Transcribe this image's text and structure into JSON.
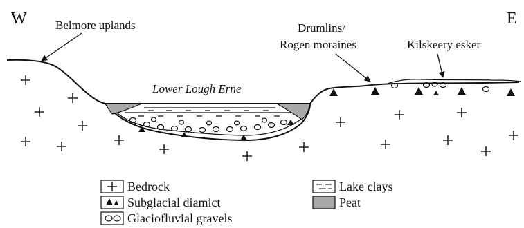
{
  "compass": {
    "west": "W",
    "east": "E"
  },
  "labels": {
    "belmore": "Belmore uplands",
    "drumlins_line1": "Drumlins/",
    "drumlins_line2": "Rogen moraines",
    "esker": "Kilskeery esker",
    "lake": "Lower Lough Erne"
  },
  "legend": {
    "bedrock": "Bedrock",
    "diamict": "Subglacial diamict",
    "gravels": "Glaciofluvial gravels",
    "clays": "Lake clays",
    "peat": "Peat"
  },
  "colors": {
    "peat": "#a9a9a9",
    "line": "#111111",
    "background": "#ffffff"
  }
}
